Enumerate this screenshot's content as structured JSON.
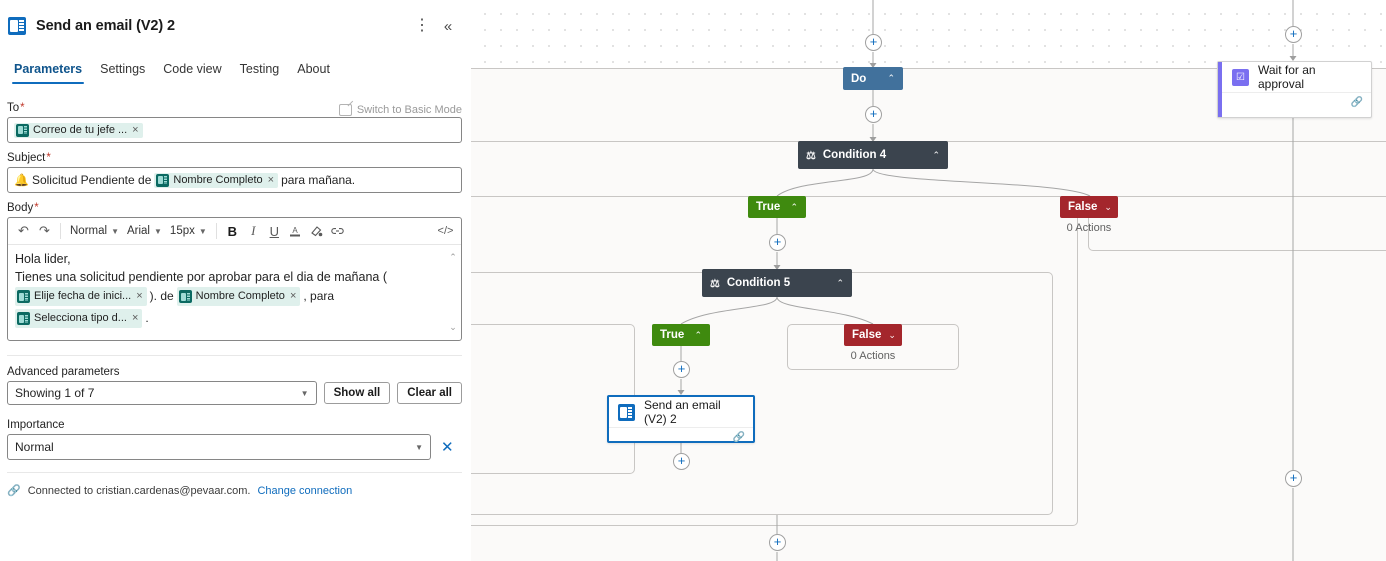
{
  "panel": {
    "app_icon": "outlook-icon",
    "title": "Send an email (V2) 2",
    "more_label": "⋮",
    "collapse_label": "«",
    "tabs": [
      {
        "label": "Parameters",
        "active": true
      },
      {
        "label": "Settings",
        "active": false
      },
      {
        "label": "Code view",
        "active": false
      },
      {
        "label": "Testing",
        "active": false
      },
      {
        "label": "About",
        "active": false
      }
    ],
    "switch_mode_label": "Switch to Basic Mode",
    "fields": {
      "to": {
        "label": "To",
        "required": "*",
        "tokens": [
          {
            "text": "Correo de tu jefe ...",
            "remove": "×"
          }
        ]
      },
      "subject": {
        "label": "Subject",
        "required": "*",
        "bell": "🔔",
        "prefix": "Solicitud Pendiente de",
        "token": {
          "text": "Nombre Completo",
          "remove": "×"
        },
        "suffix": "para mañana."
      },
      "body": {
        "label": "Body",
        "required": "*",
        "toolbar": {
          "undo": "↶",
          "redo": "↷",
          "style": "Normal",
          "font": "Arial",
          "size": "15px",
          "bold": "B",
          "italic": "I",
          "underline": "U",
          "font_color": "A",
          "highlight": "✐",
          "link": "🔗",
          "code": "</>"
        },
        "line1": "Hola lider,",
        "line2": "Tienes una solicitud pendiente por aprobar para el dia de mañana (",
        "line3": {
          "token1": {
            "text": "Elije fecha de inici...",
            "remove": "×"
          },
          "mid1": "). de",
          "token2": {
            "text": "Nombre Completo",
            "remove": "×"
          },
          "mid2": ", para",
          "token3": {
            "text": "Selecciona tipo d...",
            "remove": "×"
          },
          "end": "."
        },
        "scroll_up": "⌃",
        "scroll_down": "⌄"
      },
      "advanced": {
        "label": "Advanced parameters",
        "select_value": "Showing 1 of 7",
        "show_all": "Show all",
        "clear_all": "Clear all"
      },
      "importance": {
        "label": "Importance",
        "value": "Normal",
        "clear": "✕"
      }
    },
    "footer": {
      "connected_text": "Connected to cristian.cardenas@pevaar.com.",
      "change_link": "Change connection"
    }
  },
  "canvas": {
    "nodes": {
      "do": {
        "label": "Do",
        "chevron": "⌃"
      },
      "condition4": {
        "icon": "condition-icon",
        "label": "Condition 4",
        "chevron": "⌃"
      },
      "cond4_true": {
        "label": "True",
        "chevron": "⌃"
      },
      "cond4_false": {
        "label": "False",
        "chevron": "⌄",
        "actions": "0 Actions"
      },
      "condition5": {
        "icon": "condition-icon",
        "label": "Condition 5",
        "chevron": "⌃"
      },
      "cond5_true": {
        "label": "True",
        "chevron": "⌃"
      },
      "cond5_false": {
        "label": "False",
        "chevron": "⌄",
        "actions": "0 Actions"
      },
      "send_email": {
        "label": "Send an email (V2) 2",
        "selected": true,
        "footer_icon": "link-icon"
      },
      "wait_approval": {
        "label": "Wait for an approval",
        "footer_icon": "link-icon"
      }
    },
    "add_button": "+",
    "colors": {
      "do": "#41719c",
      "condition": "#3b444e",
      "true": "#3f8a0f",
      "false": "#a4262c",
      "selected_border": "#0f6cbd",
      "approval_accent": "#7a6ff0"
    }
  }
}
